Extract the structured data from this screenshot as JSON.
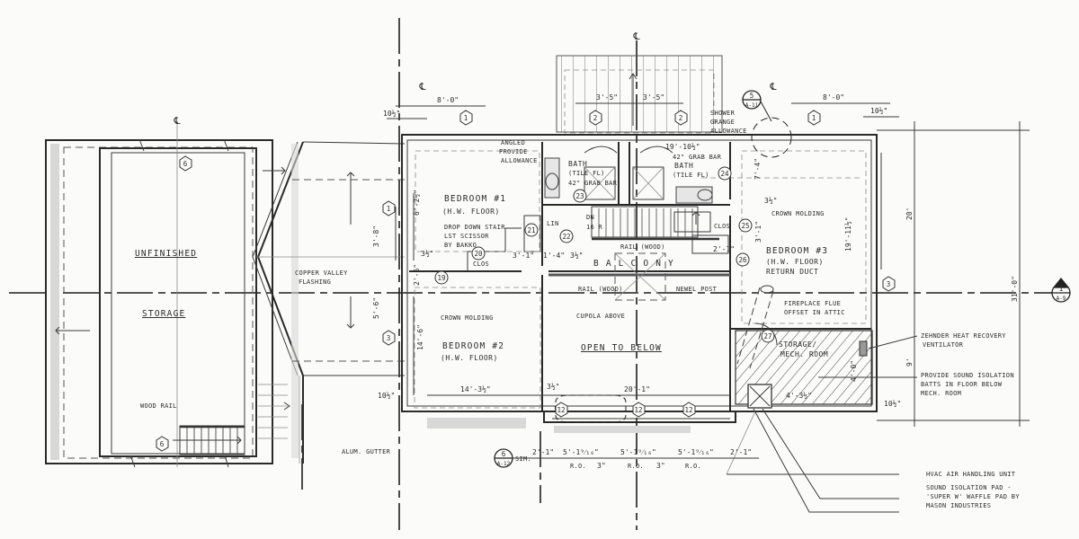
{
  "drawing": {
    "title": "Second Floor Plan",
    "rooms": {
      "storage_unfinished": "UNFINISHED",
      "storage": "STORAGE",
      "bedroom1": "BEDROOM #1",
      "bedroom1_floor": "(H.W. FLOOR)",
      "bedroom2": "BEDROOM #2",
      "bedroom2_floor": "(H.W. FLOOR)",
      "bedroom3": "BEDROOM #3",
      "bedroom3_floor": "(H.W. FLOOR)",
      "bedroom3_return": "RETURN DUCT",
      "bath1": "BATH",
      "bath1_tile": "(TILE FL)",
      "bath2": "BATH",
      "bath2_tile": "(TILE FL)",
      "balcony": "B A L C O N Y",
      "open_below": "OPEN TO BELOW",
      "storage_mech": "STORAGE/",
      "storage_mech2": "MECH. ROOM",
      "closet": "CLOS",
      "closet2": "CLOS",
      "linen": "LIN"
    },
    "notes": {
      "wood_rail": "WOOD RAIL",
      "copper_valley_1": "COPPER VALLEY",
      "copper_valley_2": "FLASHING",
      "alum_gutter": "ALUM. GUTTER",
      "crown_molding_1": "CROWN MOLDING",
      "crown_molding_2": "CROWN MOLDING",
      "drop_stair_1": "DROP DOWN STAIR",
      "drop_stair_2": "LST SCISSOR",
      "drop_stair_3": "BY BAKKO",
      "angle_1": "ANGLED",
      "angle_2": "PROVIDE",
      "angle_3": "ALLOWANCE",
      "grab_bar": "42\" GRAB BAR",
      "grab_bar2": "42\" GRAB BAR",
      "shower_1": "SHOWER",
      "shower_2": "GRANGE",
      "shower_3": "ALLOWANCE",
      "dn": "DN",
      "dn_risers": "16 R",
      "rail_wood_1": "RAIL (WOOD)",
      "rail_wood_2": "RAIL (WOOD)",
      "newel_post": "NEWEL POST",
      "cupola_above": "CUPOLA ABOVE",
      "fireplace_1": "FIREPLACE FLUE",
      "fireplace_2": "OFFSET IN ATTIC",
      "zehnder_1": "ZEHNDER HEAT RECOVERY",
      "zehnder_2": "VENTILATOR",
      "sound_1": "PROVIDE SOUND ISOLATION",
      "sound_2": "BATTS IN FLOOR BELOW",
      "sound_3": "MECH. ROOM",
      "hvac": "HVAC AIR HANDLING UNIT",
      "pad_1": "SOUND ISOLATION PAD -",
      "pad_2": "'SUPER W' WAFFLE PAD BY",
      "pad_3": "MASON INDUSTRIES",
      "sim": "SIM."
    },
    "dimensions": {
      "top_left": "8'-0\"",
      "top_right": "8'-0\"",
      "top_mid_1": "3'-5\"",
      "top_mid_2": "3'-5\"",
      "top_ten_half_l": "10½\"",
      "top_ten_half_r": "10½\"",
      "bath_width": "19'-10½\"",
      "br1_height": "6'-2½\"",
      "br1_a": "3'-8\"",
      "br1_b": "3½\"",
      "br1_c": "2'-6\"",
      "br2_h": "14'-6\"",
      "br2_5": "5'-6\"",
      "br2_w": "14'-3½\"",
      "br2_ten": "10½\"",
      "open_w": "20'-1\"",
      "open_35": "3½\"",
      "clos_31": "3'-1\"",
      "clos_14": "1'-4\"",
      "clos_3h": "3½\"",
      "br3_74": "7'-4\"",
      "br3_31": "3'-1\"",
      "br3_21": "2'-1\"",
      "br3_19": "19'-11½\"",
      "br3_3h": "3½\"",
      "mech_w": "4'-3½\"",
      "mech_h": "4'-0\"",
      "mech_ten": "10½\"",
      "overall_20": "20'",
      "overall_31": "31'-0\"",
      "overall_9": "9'",
      "bot_21a": "2'-1\"",
      "bot_51a": "5'-1⁹⁄₁₆\"",
      "bot_ro1": "R.O.",
      "bot_3a": "3\"",
      "bot_51b": "5'-1⁹⁄₁₆\"",
      "bot_ro2": "R.O.",
      "bot_3b": "3\"",
      "bot_51c": "5'-1⁹⁄₁₆\"",
      "bot_ro3": "R.O.",
      "bot_21b": "2'-1\""
    },
    "tags": {
      "win1": "1",
      "win2": "2",
      "win3": "3",
      "win6": "6",
      "win12": "12",
      "door19": "19",
      "door20": "20",
      "door21": "21",
      "door22": "22",
      "door23": "23",
      "door24": "24",
      "door25": "25",
      "door26": "26",
      "door27": "27",
      "sect_top": "5",
      "sect_top_sheet": "A-11",
      "sect_right": "1",
      "sect_right_sheet": "A-9",
      "sect_bot": "6",
      "sect_bot_sheet": "A-12",
      "centerline": "℄"
    }
  }
}
